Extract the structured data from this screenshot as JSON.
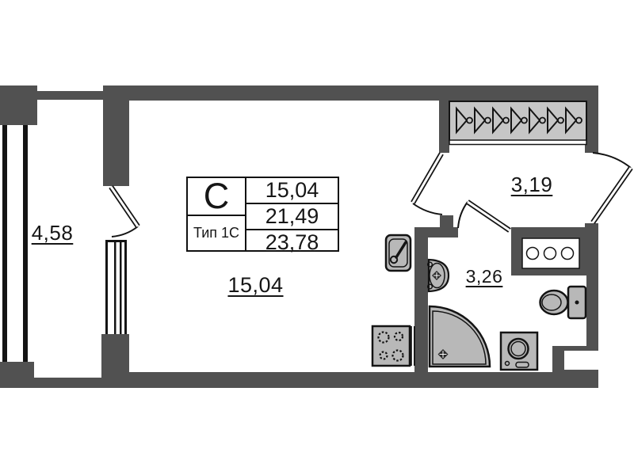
{
  "legend": {
    "building_letter": "С",
    "type_label": "Тип 1С",
    "value_row_1": "15,04",
    "value_row_2": "21,49",
    "value_row_3": "23,78"
  },
  "rooms": {
    "main_room": {
      "area": "15,04"
    },
    "balcony": {
      "area": "4,58"
    },
    "hallway": {
      "area": "3,19"
    },
    "bathroom": {
      "area": "3,26"
    }
  },
  "fixtures": [
    "wardrobe-hangers",
    "kitchen-sink",
    "stove",
    "washbasin",
    "corner-shower",
    "washing-machine",
    "toilet",
    "vent-shaft"
  ],
  "colors": {
    "wall": "#515151",
    "line": "#141414",
    "fixture": "#b8b8b8",
    "wardrobe": "#c6c6c6",
    "background": "#ffffff"
  }
}
